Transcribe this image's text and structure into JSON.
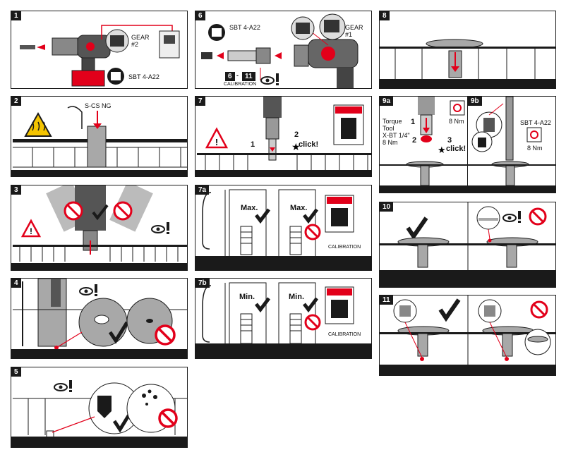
{
  "panels": {
    "p1": {
      "num": "1",
      "gear": "GEAR\n#2",
      "manual": "SBT 4-A22"
    },
    "p2": {
      "num": "2",
      "part": "S-CS NG"
    },
    "p3": {
      "num": "3"
    },
    "p4": {
      "num": "4"
    },
    "p5": {
      "num": "5"
    },
    "p6": {
      "num": "6",
      "manual": "SBT 4-A22",
      "gear": "GEAR\n#1",
      "step_from": "6",
      "step_sep": "-",
      "step_to": "11",
      "calibration": "CALIBRATION"
    },
    "p7": {
      "num": "7",
      "step1": "1",
      "step2": "2",
      "click": "click!"
    },
    "p7a": {
      "num": "7a",
      "max1": "Max.",
      "max2": "Max.",
      "calibration": "CALIBRATION"
    },
    "p7b": {
      "num": "7b",
      "min1": "Min.",
      "min2": "Min.",
      "calibration": "CALIBRATION"
    },
    "p8": {
      "num": "8"
    },
    "p9a": {
      "num": "9a",
      "tool_line1": "Torque",
      "tool_line2": "Tool",
      "tool_line3": "X-BT 1/4\"",
      "tool_line4": "8 Nm",
      "step1": "1",
      "step2": "2",
      "step3": "3",
      "click": "click!",
      "torque": "8 Nm"
    },
    "p9b": {
      "num": "9b",
      "manual": "SBT 4-A22",
      "torque": "8 Nm"
    },
    "p10": {
      "num": "10"
    },
    "p11": {
      "num": "11"
    }
  },
  "colors": {
    "red": "#e2001a",
    "black": "#1a1a1a",
    "gray": "#a8a8a8",
    "lightgray": "#d9d9d9"
  }
}
